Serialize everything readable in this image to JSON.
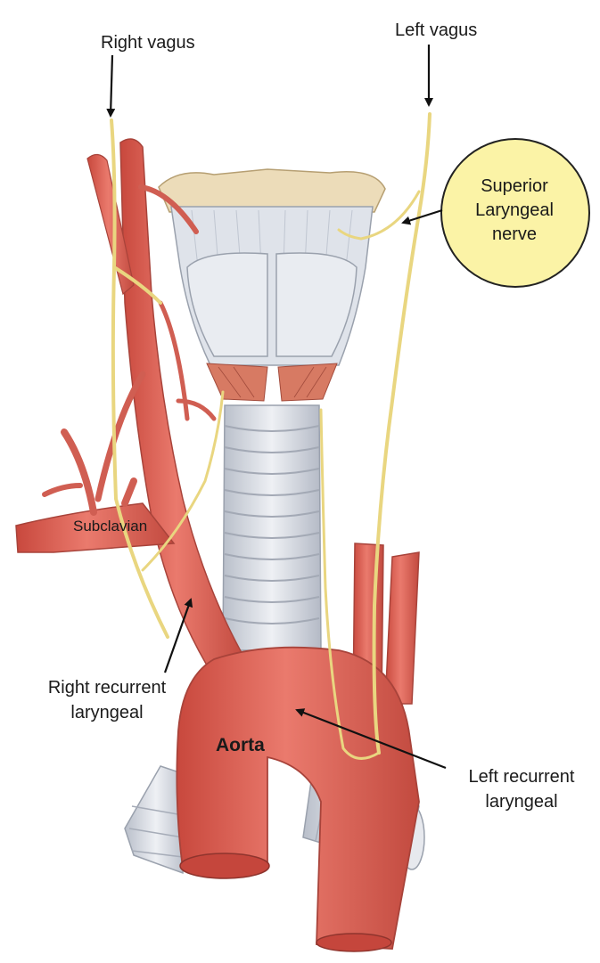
{
  "labels": {
    "right_vagus": "Right vagus",
    "left_vagus": "Left vagus",
    "superior_laryngeal": [
      "Superior",
      "Laryngeal",
      "nerve"
    ],
    "subclavian": "Subclavian",
    "right_recurrent": [
      "Right recurrent",
      "laryngeal"
    ],
    "aorta": "Aorta",
    "left_recurrent": [
      "Left recurrent",
      "laryngeal"
    ]
  },
  "colors": {
    "artery": "#e06a5e",
    "artery_dark": "#b8453b",
    "nerve": "#eedc8a",
    "trachea": "#dde1e8",
    "cartilage": "#c9ced8",
    "epiglottis": "#e8d9b5",
    "callout_fill": "#fbf3a6"
  }
}
